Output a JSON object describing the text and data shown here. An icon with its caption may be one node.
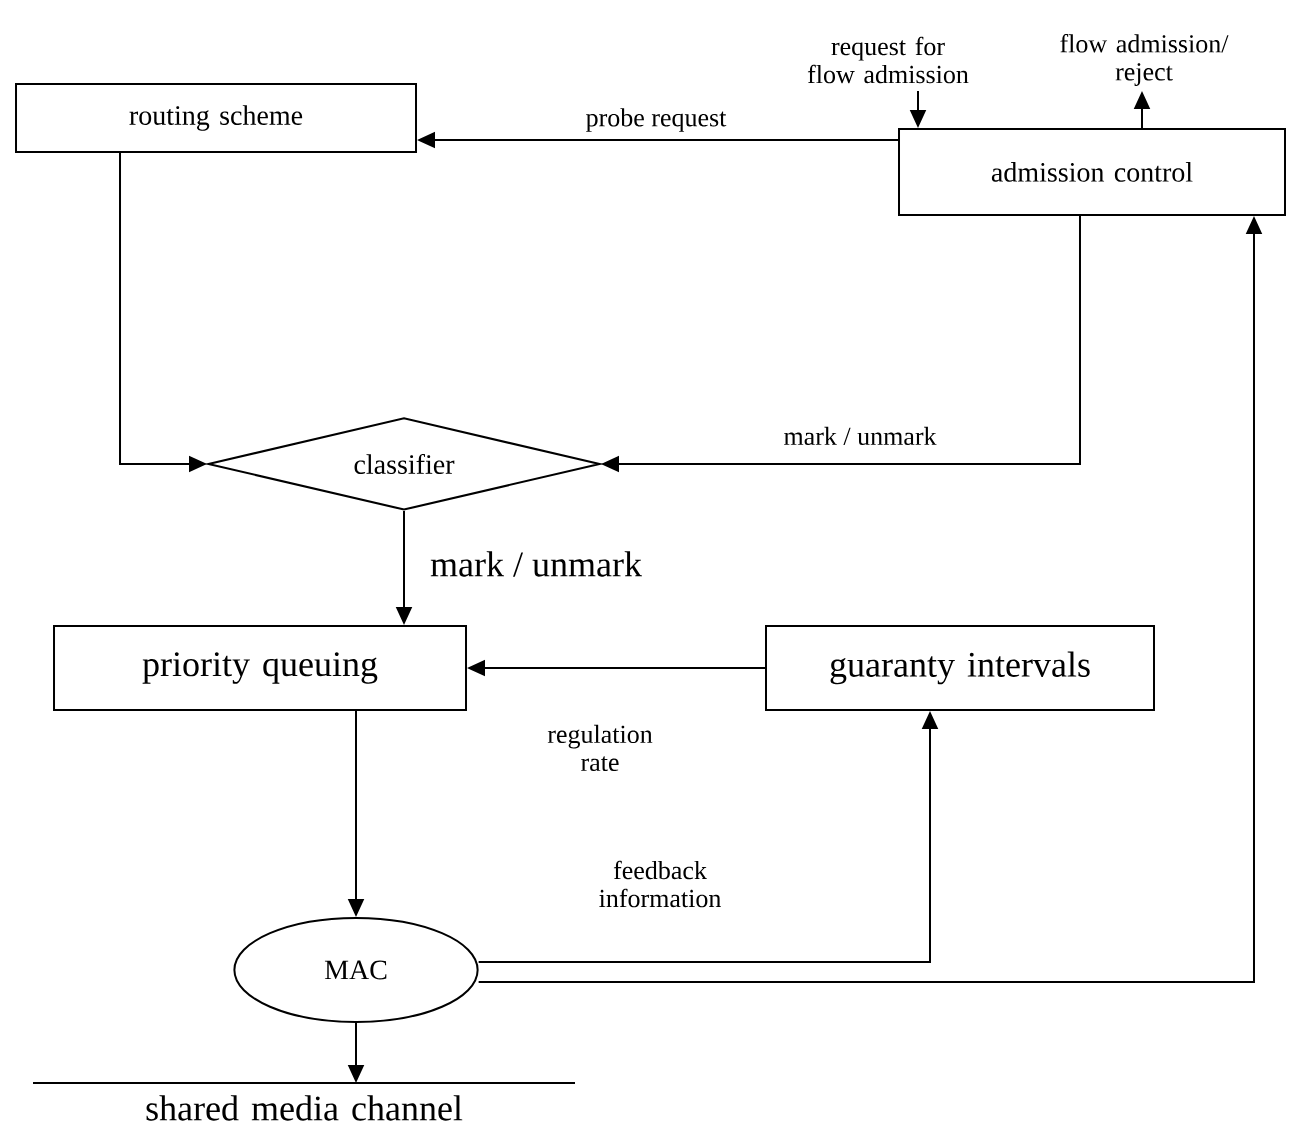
{
  "diagram": {
    "nodes": [
      {
        "text": [
          "routing scheme"
        ]
      },
      {
        "text": [
          "admission control"
        ]
      },
      {
        "text": [
          "classifier"
        ]
      },
      {
        "text": [
          "priority queuing"
        ]
      },
      {
        "text": [
          "guaranty intervals"
        ]
      },
      {
        "text": [
          "MAC"
        ]
      },
      {
        "text": [
          "shared media channel"
        ]
      },
      {
        "text": [
          "request for flow admission"
        ]
      },
      {
        "text": [
          "flow admission/ reject"
        ]
      }
    ],
    "edges": [
      {
        "from": 1,
        "to": 0,
        "arrow": "to",
        "label": "probe request"
      },
      {
        "from": 0,
        "to": 2,
        "arrow": "to"
      },
      {
        "from": 1,
        "to": 2,
        "arrow": "to",
        "label": "mark / unmark"
      },
      {
        "from": 2,
        "to": 3,
        "arrow": "to",
        "label": "mark / unmark"
      },
      {
        "from": 4,
        "to": 3,
        "arrow": "to",
        "label": "regulation rate"
      },
      {
        "from": 3,
        "to": 5,
        "arrow": "to"
      },
      {
        "from": 5,
        "to": 4,
        "arrow": "to",
        "label": "feedback information"
      },
      {
        "from": 5,
        "to": 1,
        "arrow": "to"
      },
      {
        "from": 5,
        "to": 6,
        "arrow": "to"
      },
      {
        "from": 7,
        "to": 1,
        "arrow": "to"
      },
      {
        "from": 1,
        "to": 8,
        "arrow": "to"
      }
    ]
  }
}
